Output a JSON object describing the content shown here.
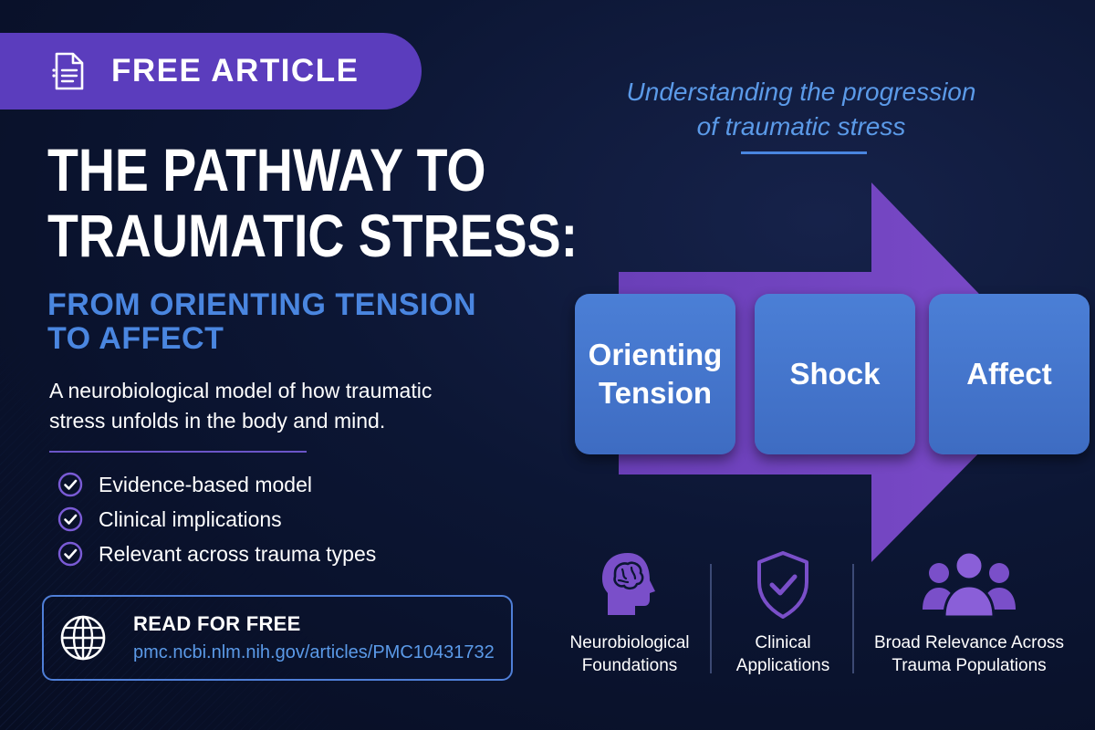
{
  "banner": {
    "label": "FREE ARTICLE",
    "icon": "document-icon"
  },
  "headline": {
    "title_line1": "THE PATHWAY TO",
    "title_line2": "TRAUMATIC STRESS:",
    "subtitle_line1": "FROM ORIENTING TENSION",
    "subtitle_line2": "TO AFFECT"
  },
  "description": {
    "line1": "A neurobiological model of how traumatic",
    "line2": "stress unfolds in the body and mind."
  },
  "checklist": [
    {
      "label": "Evidence-based model",
      "icon": "check-circle-icon"
    },
    {
      "label": "Clinical implications",
      "icon": "check-circle-icon"
    },
    {
      "label": "Relevant across trauma types",
      "icon": "check-circle-icon"
    }
  ],
  "cta": {
    "title": "READ FOR FREE",
    "url": "pmc.ncbi.nlm.nih.gov/articles/PMC10431732",
    "icon": "globe-icon"
  },
  "diagram": {
    "tagline_line1": "Understanding the progression",
    "tagline_line2": "of traumatic stress",
    "stages": [
      {
        "line1": "Orienting",
        "line2": "Tension"
      },
      {
        "line1": "Shock",
        "line2": ""
      },
      {
        "line1": "Affect",
        "line2": ""
      }
    ]
  },
  "features": [
    {
      "line1": "Neurobiological",
      "line2": "Foundations",
      "icon": "brain-head-icon"
    },
    {
      "line1": "Clinical",
      "line2": "Applications",
      "icon": "shield-check-icon"
    },
    {
      "line1": "Broad Relevance Across",
      "line2": "Trauma Populations",
      "icon": "people-group-icon"
    }
  ],
  "colors": {
    "background": "#0c1634",
    "accent_purple": "#5b3dbd",
    "accent_blue": "#4a86e0",
    "stage_blue": "#4b7fd6",
    "icon_purple": "#7a4fc9"
  }
}
